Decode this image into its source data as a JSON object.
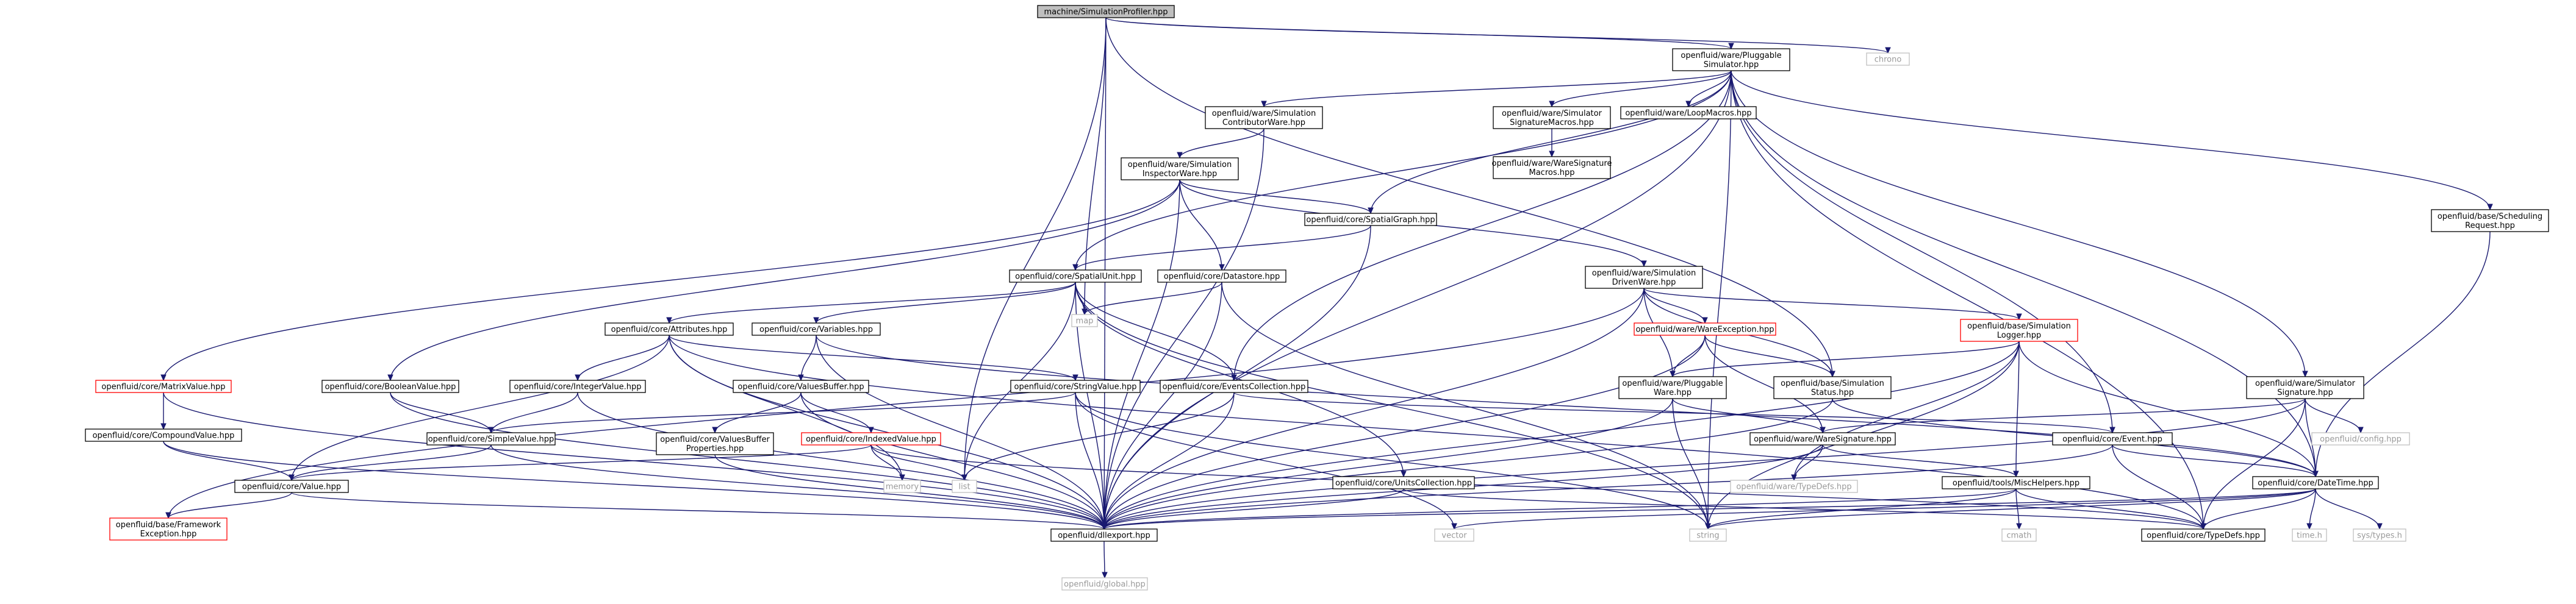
{
  "diagram": {
    "type": "include-dependency-graph",
    "colors": {
      "edge": "#191970",
      "root_fill": "#bfbfbf",
      "node_border": "#000000",
      "truncated_border": "#ff0000",
      "external_border": "#bfbfbf",
      "external_text": "#9a9a9a"
    },
    "nodes": [
      {
        "id": "root",
        "style": "root",
        "label": [
          "machine/SimulationProfiler.hpp"
        ]
      },
      {
        "id": "chrono",
        "style": "ext",
        "label": [
          "chrono"
        ]
      },
      {
        "id": "psim",
        "style": "normal",
        "label": [
          "openfluid/ware/Pluggable",
          "Simulator.hpp"
        ]
      },
      {
        "id": "contrib",
        "style": "normal",
        "label": [
          "openfluid/ware/Simulation",
          "ContributorWare.hpp"
        ]
      },
      {
        "id": "sigmac",
        "style": "normal",
        "label": [
          "openfluid/ware/Simulator",
          "SignatureMacros.hpp"
        ]
      },
      {
        "id": "loopmac",
        "style": "normal",
        "label": [
          "openfluid/ware/LoopMacros.hpp"
        ]
      },
      {
        "id": "waresigmac",
        "style": "normal",
        "label": [
          "openfluid/ware/WareSignature",
          "Macros.hpp"
        ]
      },
      {
        "id": "inspector",
        "style": "normal",
        "label": [
          "openfluid/ware/Simulation",
          "InspectorWare.hpp"
        ]
      },
      {
        "id": "spatialgraph",
        "style": "normal",
        "label": [
          "openfluid/core/SpatialGraph.hpp"
        ]
      },
      {
        "id": "schedreq",
        "style": "normal",
        "label": [
          "openfluid/base/Scheduling",
          "Request.hpp"
        ]
      },
      {
        "id": "spatialunit",
        "style": "normal",
        "label": [
          "openfluid/core/SpatialUnit.hpp"
        ]
      },
      {
        "id": "datastore",
        "style": "normal",
        "label": [
          "openfluid/core/Datastore.hpp"
        ]
      },
      {
        "id": "driven",
        "style": "normal",
        "label": [
          "openfluid/ware/Simulation",
          "DrivenWare.hpp"
        ]
      },
      {
        "id": "map",
        "style": "ext",
        "label": [
          "map"
        ]
      },
      {
        "id": "attributes",
        "style": "normal",
        "label": [
          "openfluid/core/Attributes.hpp"
        ]
      },
      {
        "id": "variables",
        "style": "normal",
        "label": [
          "openfluid/core/Variables.hpp"
        ]
      },
      {
        "id": "wareexc",
        "style": "trunc",
        "label": [
          "openfluid/ware/WareException.hpp"
        ]
      },
      {
        "id": "simlogger",
        "style": "trunc",
        "label": [
          "openfluid/base/Simulation",
          "Logger.hpp"
        ]
      },
      {
        "id": "matrix",
        "style": "trunc",
        "label": [
          "openfluid/core/MatrixValue.hpp"
        ]
      },
      {
        "id": "boolean",
        "style": "normal",
        "label": [
          "openfluid/core/BooleanValue.hpp"
        ]
      },
      {
        "id": "integer",
        "style": "normal",
        "label": [
          "openfluid/core/IntegerValue.hpp"
        ]
      },
      {
        "id": "valbuf",
        "style": "normal",
        "label": [
          "openfluid/core/ValuesBuffer.hpp"
        ]
      },
      {
        "id": "stringval",
        "style": "normal",
        "label": [
          "openfluid/core/StringValue.hpp"
        ]
      },
      {
        "id": "eventscoll",
        "style": "normal",
        "label": [
          "openfluid/core/EventsCollection.hpp"
        ]
      },
      {
        "id": "pware",
        "style": "normal",
        "label": [
          "openfluid/ware/Pluggable",
          "Ware.hpp"
        ]
      },
      {
        "id": "simstatus",
        "style": "normal",
        "label": [
          "openfluid/base/Simulation",
          "Status.hpp"
        ]
      },
      {
        "id": "simsig",
        "style": "normal",
        "label": [
          "openfluid/ware/Simulator",
          "Signature.hpp"
        ]
      },
      {
        "id": "compound",
        "style": "normal",
        "label": [
          "openfluid/core/CompoundValue.hpp"
        ]
      },
      {
        "id": "simple",
        "style": "normal",
        "label": [
          "openfluid/core/SimpleValue.hpp"
        ]
      },
      {
        "id": "valbufprops",
        "style": "normal",
        "label": [
          "openfluid/core/ValuesBuffer",
          "Properties.hpp"
        ]
      },
      {
        "id": "indexed",
        "style": "trunc",
        "label": [
          "openfluid/core/IndexedValue.hpp"
        ]
      },
      {
        "id": "waresig",
        "style": "normal",
        "label": [
          "openfluid/ware/WareSignature.hpp"
        ]
      },
      {
        "id": "event",
        "style": "normal",
        "label": [
          "openfluid/core/Event.hpp"
        ]
      },
      {
        "id": "config",
        "style": "ext",
        "label": [
          "openfluid/config.hpp"
        ]
      },
      {
        "id": "value",
        "style": "normal",
        "label": [
          "openfluid/core/Value.hpp"
        ]
      },
      {
        "id": "memory",
        "style": "ext",
        "label": [
          "memory"
        ]
      },
      {
        "id": "list",
        "style": "ext",
        "label": [
          "list"
        ]
      },
      {
        "id": "unitscoll",
        "style": "normal",
        "label": [
          "openfluid/core/UnitsCollection.hpp"
        ]
      },
      {
        "id": "waretypedefs",
        "style": "ext",
        "label": [
          "openfluid/ware/TypeDefs.hpp"
        ]
      },
      {
        "id": "mischelpers",
        "style": "normal",
        "label": [
          "openfluid/tools/MiscHelpers.hpp"
        ]
      },
      {
        "id": "datetime",
        "style": "normal",
        "label": [
          "openfluid/core/DateTime.hpp"
        ]
      },
      {
        "id": "fwexc",
        "style": "trunc",
        "label": [
          "openfluid/base/Framework",
          "Exception.hpp"
        ]
      },
      {
        "id": "dllexport",
        "style": "normal",
        "label": [
          "openfluid/dllexport.hpp"
        ]
      },
      {
        "id": "vector",
        "style": "ext",
        "label": [
          "vector"
        ]
      },
      {
        "id": "string",
        "style": "ext",
        "label": [
          "string"
        ]
      },
      {
        "id": "cmath",
        "style": "ext",
        "label": [
          "cmath"
        ]
      },
      {
        "id": "coretypedefs",
        "style": "normal",
        "label": [
          "openfluid/core/TypeDefs.hpp"
        ]
      },
      {
        "id": "timeh",
        "style": "ext",
        "label": [
          "time.h"
        ]
      },
      {
        "id": "systypes",
        "style": "ext",
        "label": [
          "sys/types.h"
        ]
      },
      {
        "id": "global",
        "style": "ext",
        "label": [
          "openfluid/global.hpp"
        ]
      }
    ],
    "edges": [
      [
        "root",
        "chrono"
      ],
      [
        "root",
        "psim"
      ],
      [
        "root",
        "map"
      ],
      [
        "root",
        "list"
      ],
      [
        "root",
        "dllexport"
      ],
      [
        "root",
        "simstatus"
      ],
      [
        "psim",
        "contrib"
      ],
      [
        "psim",
        "sigmac"
      ],
      [
        "psim",
        "loopmac"
      ],
      [
        "psim",
        "spatialgraph"
      ],
      [
        "psim",
        "schedreq"
      ],
      [
        "psim",
        "spatialunit"
      ],
      [
        "psim",
        "eventscoll"
      ],
      [
        "psim",
        "simsig"
      ],
      [
        "psim",
        "event"
      ],
      [
        "psim",
        "datetime"
      ],
      [
        "psim",
        "dllexport"
      ],
      [
        "psim",
        "string"
      ],
      [
        "psim",
        "coretypedefs"
      ],
      [
        "contrib",
        "inspector"
      ],
      [
        "contrib",
        "dllexport"
      ],
      [
        "sigmac",
        "waresigmac"
      ],
      [
        "inspector",
        "spatialgraph"
      ],
      [
        "inspector",
        "datastore"
      ],
      [
        "inspector",
        "driven"
      ],
      [
        "inspector",
        "matrix"
      ],
      [
        "inspector",
        "boolean"
      ],
      [
        "inspector",
        "dllexport"
      ],
      [
        "spatialgraph",
        "spatialunit"
      ],
      [
        "spatialgraph",
        "dllexport"
      ],
      [
        "schedreq",
        "datetime"
      ],
      [
        "spatialunit",
        "attributes"
      ],
      [
        "spatialunit",
        "variables"
      ],
      [
        "spatialunit",
        "eventscoll"
      ],
      [
        "spatialunit",
        "unitscoll"
      ],
      [
        "spatialunit",
        "map"
      ],
      [
        "spatialunit",
        "list"
      ],
      [
        "spatialunit",
        "dllexport"
      ],
      [
        "spatialunit",
        "string"
      ],
      [
        "datastore",
        "map"
      ],
      [
        "datastore",
        "dllexport"
      ],
      [
        "datastore",
        "string"
      ],
      [
        "driven",
        "wareexc"
      ],
      [
        "driven",
        "simlogger"
      ],
      [
        "driven",
        "pware"
      ],
      [
        "driven",
        "simstatus"
      ],
      [
        "driven",
        "dllexport"
      ],
      [
        "driven",
        "fwexc"
      ],
      [
        "attributes",
        "stringval"
      ],
      [
        "attributes",
        "integer"
      ],
      [
        "attributes",
        "value"
      ],
      [
        "attributes",
        "memory"
      ],
      [
        "attributes",
        "dllexport"
      ],
      [
        "attributes",
        "coretypedefs"
      ],
      [
        "variables",
        "valbuf"
      ],
      [
        "variables",
        "dllexport"
      ],
      [
        "variables",
        "datetime"
      ],
      [
        "wareexc",
        "pware"
      ],
      [
        "wareexc",
        "simstatus"
      ],
      [
        "wareexc",
        "waresig"
      ],
      [
        "wareexc",
        "dllexport"
      ],
      [
        "simlogger",
        "pware"
      ],
      [
        "simlogger",
        "mischelpers"
      ],
      [
        "simlogger",
        "datetime"
      ],
      [
        "simlogger",
        "waretypedefs"
      ],
      [
        "simlogger",
        "dllexport"
      ],
      [
        "simlogger",
        "string"
      ],
      [
        "matrix",
        "compound"
      ],
      [
        "matrix",
        "dllexport"
      ],
      [
        "boolean",
        "simple"
      ],
      [
        "boolean",
        "dllexport"
      ],
      [
        "integer",
        "simple"
      ],
      [
        "integer",
        "dllexport"
      ],
      [
        "valbuf",
        "valbufprops"
      ],
      [
        "valbuf",
        "indexed"
      ],
      [
        "valbuf",
        "dllexport"
      ],
      [
        "stringval",
        "simple"
      ],
      [
        "stringval",
        "vector"
      ],
      [
        "stringval",
        "dllexport"
      ],
      [
        "stringval",
        "string"
      ],
      [
        "eventscoll",
        "event"
      ],
      [
        "eventscoll",
        "list"
      ],
      [
        "eventscoll",
        "dllexport"
      ],
      [
        "pware",
        "waresig"
      ],
      [
        "pware",
        "dllexport"
      ],
      [
        "pware",
        "string"
      ],
      [
        "simstatus",
        "datetime"
      ],
      [
        "simstatus",
        "dllexport"
      ],
      [
        "simsig",
        "waresig"
      ],
      [
        "simsig",
        "config"
      ],
      [
        "simsig",
        "datetime"
      ],
      [
        "simsig",
        "dllexport"
      ],
      [
        "simsig",
        "coretypedefs"
      ],
      [
        "compound",
        "value"
      ],
      [
        "compound",
        "dllexport"
      ],
      [
        "simple",
        "value"
      ],
      [
        "simple",
        "dllexport"
      ],
      [
        "valbufprops",
        "dllexport"
      ],
      [
        "indexed",
        "value"
      ],
      [
        "indexed",
        "memory"
      ],
      [
        "indexed",
        "list"
      ],
      [
        "indexed",
        "coretypedefs"
      ],
      [
        "waresig",
        "waretypedefs"
      ],
      [
        "waresig",
        "dllexport"
      ],
      [
        "waresig",
        "mischelpers"
      ],
      [
        "event",
        "datetime"
      ],
      [
        "event",
        "dllexport"
      ],
      [
        "event",
        "coretypedefs"
      ],
      [
        "value",
        "fwexc"
      ],
      [
        "value",
        "dllexport"
      ],
      [
        "unitscoll",
        "dllexport"
      ],
      [
        "unitscoll",
        "coretypedefs"
      ],
      [
        "mischelpers",
        "dllexport"
      ],
      [
        "mischelpers",
        "cmath"
      ],
      [
        "mischelpers",
        "string"
      ],
      [
        "mischelpers",
        "coretypedefs"
      ],
      [
        "datetime",
        "dllexport"
      ],
      [
        "datetime",
        "coretypedefs"
      ],
      [
        "datetime",
        "timeh"
      ],
      [
        "datetime",
        "systypes"
      ],
      [
        "datetime",
        "string"
      ],
      [
        "datetime",
        "vector"
      ],
      [
        "dllexport",
        "global"
      ]
    ]
  }
}
